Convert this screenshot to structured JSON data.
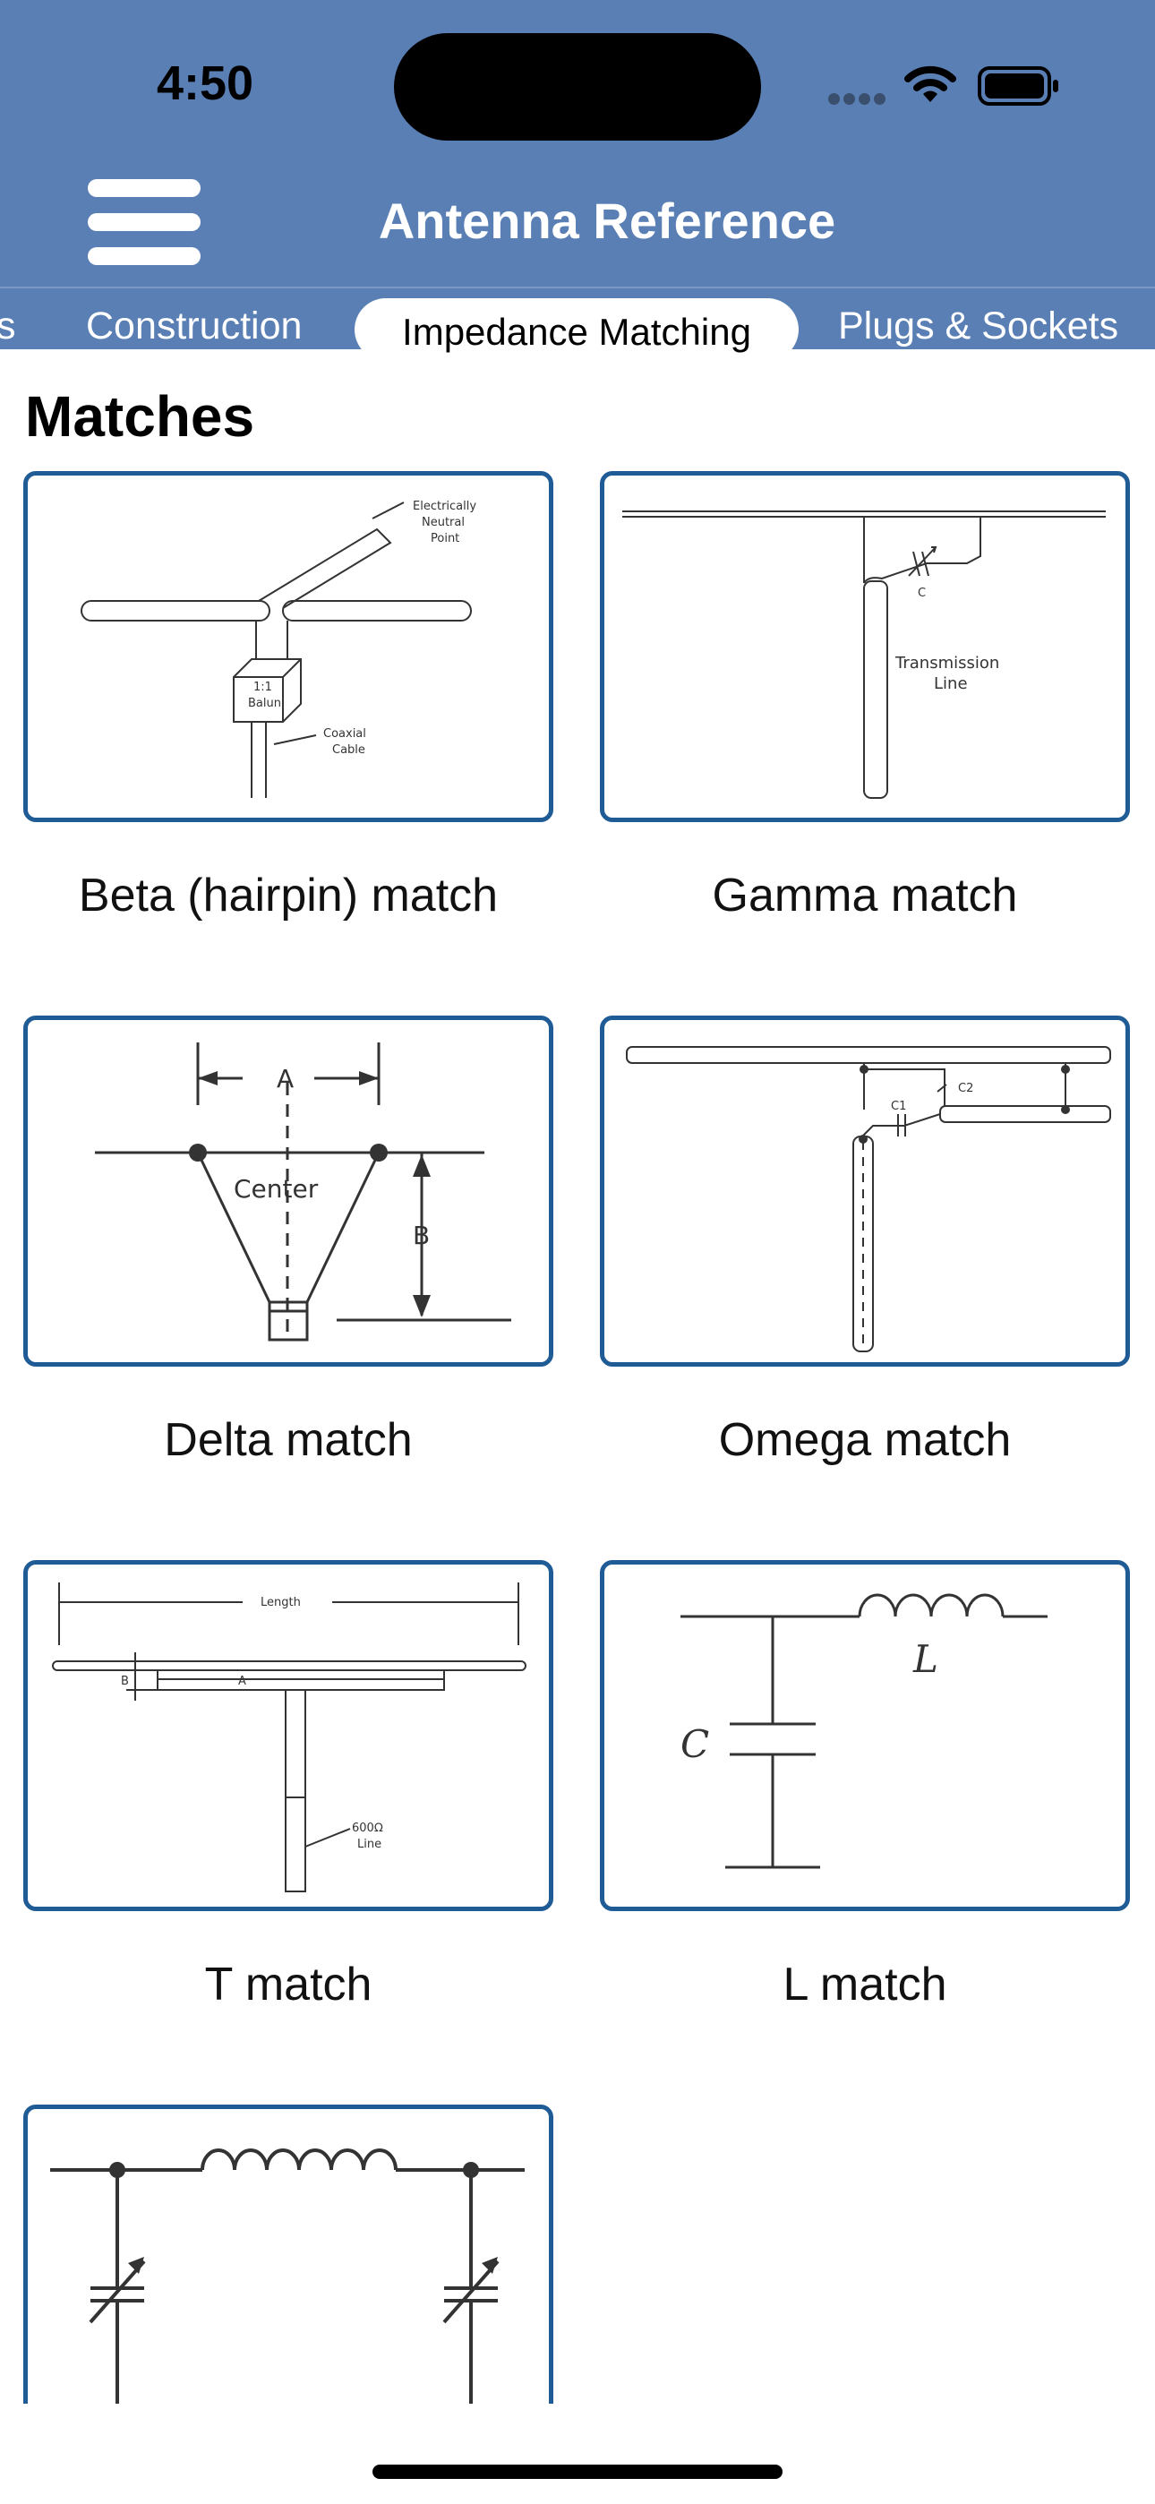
{
  "status_bar": {
    "time": "4:50"
  },
  "header": {
    "title": "Antenna Reference"
  },
  "tabs": [
    {
      "label": "s",
      "selected": false
    },
    {
      "label": "Construction",
      "selected": false
    },
    {
      "label": "Impedance Matching",
      "selected": true
    },
    {
      "label": "Plugs & Sockets",
      "selected": false
    }
  ],
  "section": {
    "title": "Matches"
  },
  "matches": [
    {
      "label": "Beta (hairpin) match",
      "diagram_text": [
        "Electrically",
        "Neutral",
        "Point",
        "1:1",
        "Balun",
        "Coaxial",
        "Cable"
      ]
    },
    {
      "label": "Gamma match",
      "diagram_text": [
        "C",
        "Transmission",
        "Line"
      ]
    },
    {
      "label": "Delta match",
      "diagram_text": [
        "A",
        "Center",
        "B"
      ]
    },
    {
      "label": "Omega match",
      "diagram_text": [
        "C2",
        "C1"
      ]
    },
    {
      "label": "T match",
      "diagram_text": [
        "Length",
        "B",
        "A",
        "600Ω",
        "Line"
      ]
    },
    {
      "label": "L match",
      "diagram_text": [
        "L",
        "C"
      ]
    },
    {
      "label": "",
      "diagram_text": []
    }
  ],
  "colors": {
    "header": "#5a7fb4",
    "card_border": "#1f5c96"
  }
}
